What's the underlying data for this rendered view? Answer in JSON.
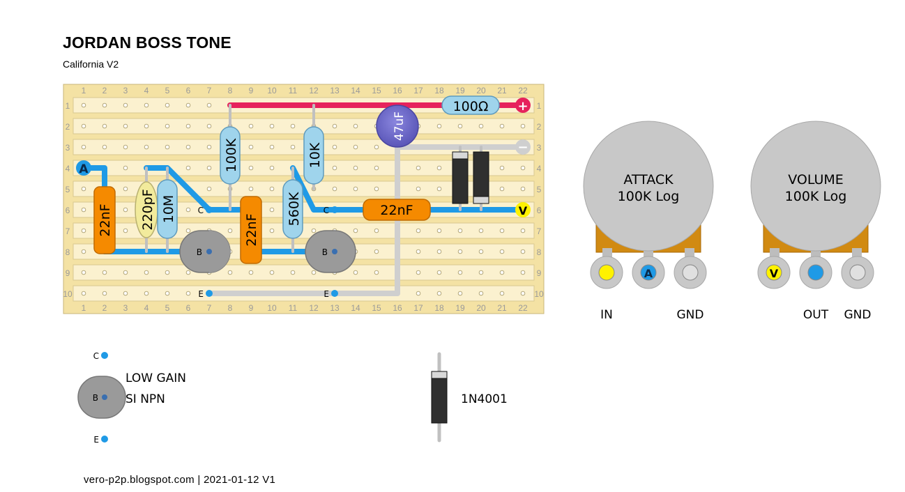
{
  "header": {
    "title": "JORDAN BOSS TONE",
    "subtitle": "California V2"
  },
  "board": {
    "columns": [
      "1",
      "2",
      "3",
      "4",
      "5",
      "6",
      "7",
      "8",
      "9",
      "10",
      "11",
      "12",
      "13",
      "14",
      "15",
      "16",
      "17",
      "18",
      "19",
      "20",
      "21",
      "22"
    ],
    "rows": [
      "1",
      "2",
      "3",
      "4",
      "5",
      "6",
      "7",
      "8",
      "9",
      "10"
    ]
  },
  "components": {
    "r_100ohm": "100Ω",
    "r_100k": "100K",
    "r_10k": "10K",
    "r_10m": "10M",
    "r_560k": "560K",
    "c_220pf": "220pF",
    "c_22nf_left": "22nF",
    "c_22nf_mid": "22nF",
    "c_22nf_right": "22nF",
    "c_47uf": "47uF"
  },
  "pins": {
    "c": "C",
    "b": "B",
    "e": "E"
  },
  "markers": {
    "a": "A",
    "v": "V",
    "plus": "+",
    "minus": "−"
  },
  "pots": {
    "attack": {
      "name": "ATTACK",
      "value": "100K Log",
      "lug1": "IN",
      "lug3": "GND"
    },
    "volume": {
      "name": "VOLUME",
      "value": "100K Log",
      "lug2": "OUT",
      "lug3": "GND"
    }
  },
  "legend": {
    "transistor_line1": "LOW GAIN",
    "transistor_line2": "SI NPN",
    "diode_label": "1N4001"
  },
  "footer": "vero-p2p.blogspot.com  |  2021-01-12 V1",
  "colors": {
    "board": "#f4e2a4",
    "strip": "#fbf1cf",
    "positive": "#e6225c",
    "wire_blue": "#1f9ae6",
    "wire_grey": "#cfcfcf",
    "resistor": "#9fd4ec",
    "cap_orange": "#f58a00",
    "cap_yellow": "#f2eb9c",
    "electrolytic": "#6e6ac8",
    "pot_body": "#c8c8c8",
    "pot_base": "#d18a12",
    "marker_yellow": "#fff200"
  }
}
